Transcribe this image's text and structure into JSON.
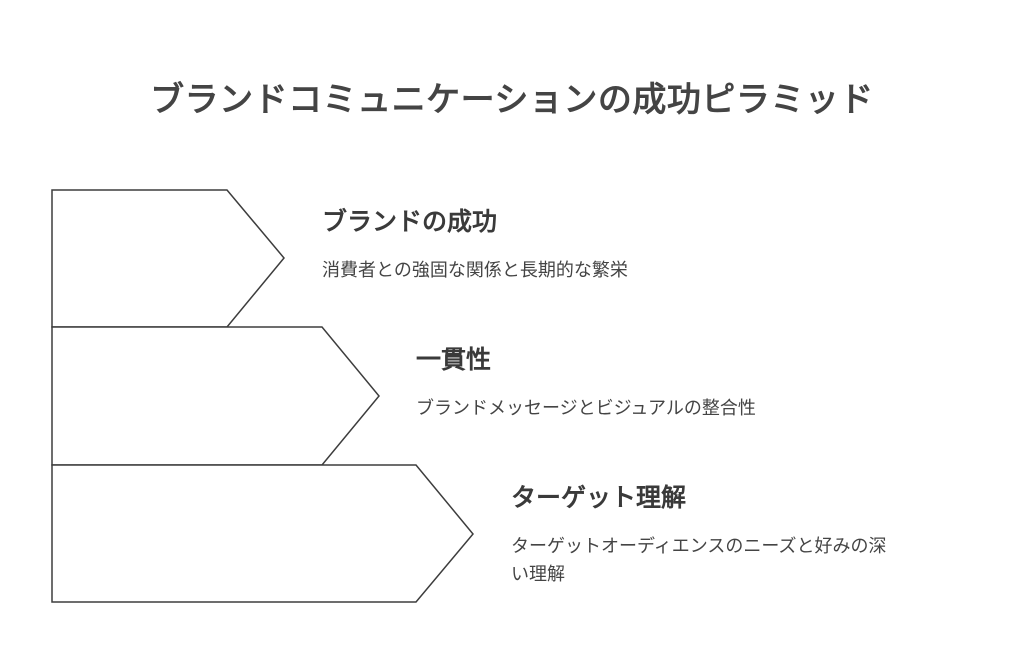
{
  "title": "ブランドコミュニケーションの成功ピラミッド",
  "levels": [
    {
      "heading": "ブランドの成功",
      "description": "消費者との強固な関係と長期的な繁栄"
    },
    {
      "heading": "一貫性",
      "description": "ブランドメッセージとビジュアルの整合性"
    },
    {
      "heading": "ターゲット理解",
      "description": "ターゲットオーディエンスのニーズと好みの深い理解"
    }
  ],
  "colors": {
    "outline": "#3d3d3d",
    "text": "#444444",
    "background": "#ffffff"
  }
}
